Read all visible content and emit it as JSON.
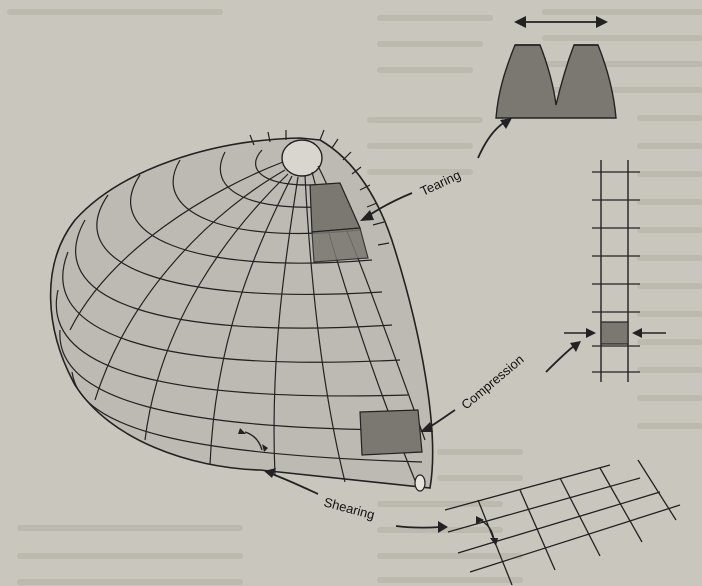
{
  "diagram": {
    "labels": {
      "tearing": "Tearing",
      "compression": "Compression",
      "shearing": "Shearing"
    },
    "colors": {
      "background": "#c9c6bd",
      "dome_fill": "#bdbab3",
      "grid_line": "#222222",
      "highlight": "#7b7872",
      "ghost_text": "#a9a59b"
    },
    "icons": [
      "double-arrow-icon",
      "arrow-icon"
    ]
  }
}
